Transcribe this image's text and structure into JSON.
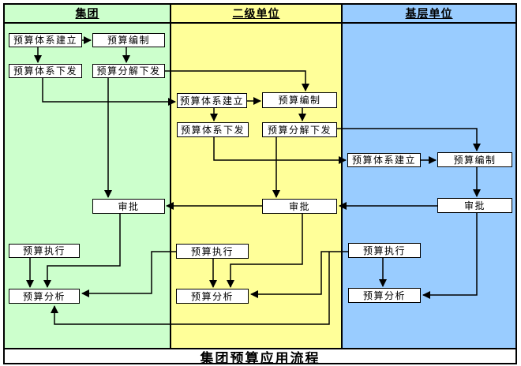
{
  "lanes": [
    {
      "id": "group",
      "title": "集团"
    },
    {
      "id": "secondary",
      "title": "二级单位"
    },
    {
      "id": "base",
      "title": "基层单位"
    }
  ],
  "nodes": {
    "group": {
      "establish": "预算体系建立",
      "prepare": "预算编制",
      "issue_system": "预算体系下发",
      "issue_breakdown": "预算分解下发",
      "approve": "审批",
      "execute": "预算执行",
      "analyze": "预算分析"
    },
    "secondary": {
      "establish": "预算体系建立",
      "prepare": "预算编制",
      "issue_system": "预算体系下发",
      "issue_breakdown": "预算分解下发",
      "approve": "审批",
      "execute": "预算执行",
      "analyze": "预算分析"
    },
    "base": {
      "establish": "预算体系建立",
      "prepare": "预算编制",
      "approve": "审批",
      "execute": "预算执行",
      "analyze": "预算分析"
    }
  },
  "footer": {
    "title": "集团预算应用流程"
  },
  "colors": {
    "lane_group": "#ccffcc",
    "lane_secondary": "#ffff99",
    "lane_base": "#99ccff",
    "node_bg": "#ffffff",
    "line": "#000000"
  }
}
